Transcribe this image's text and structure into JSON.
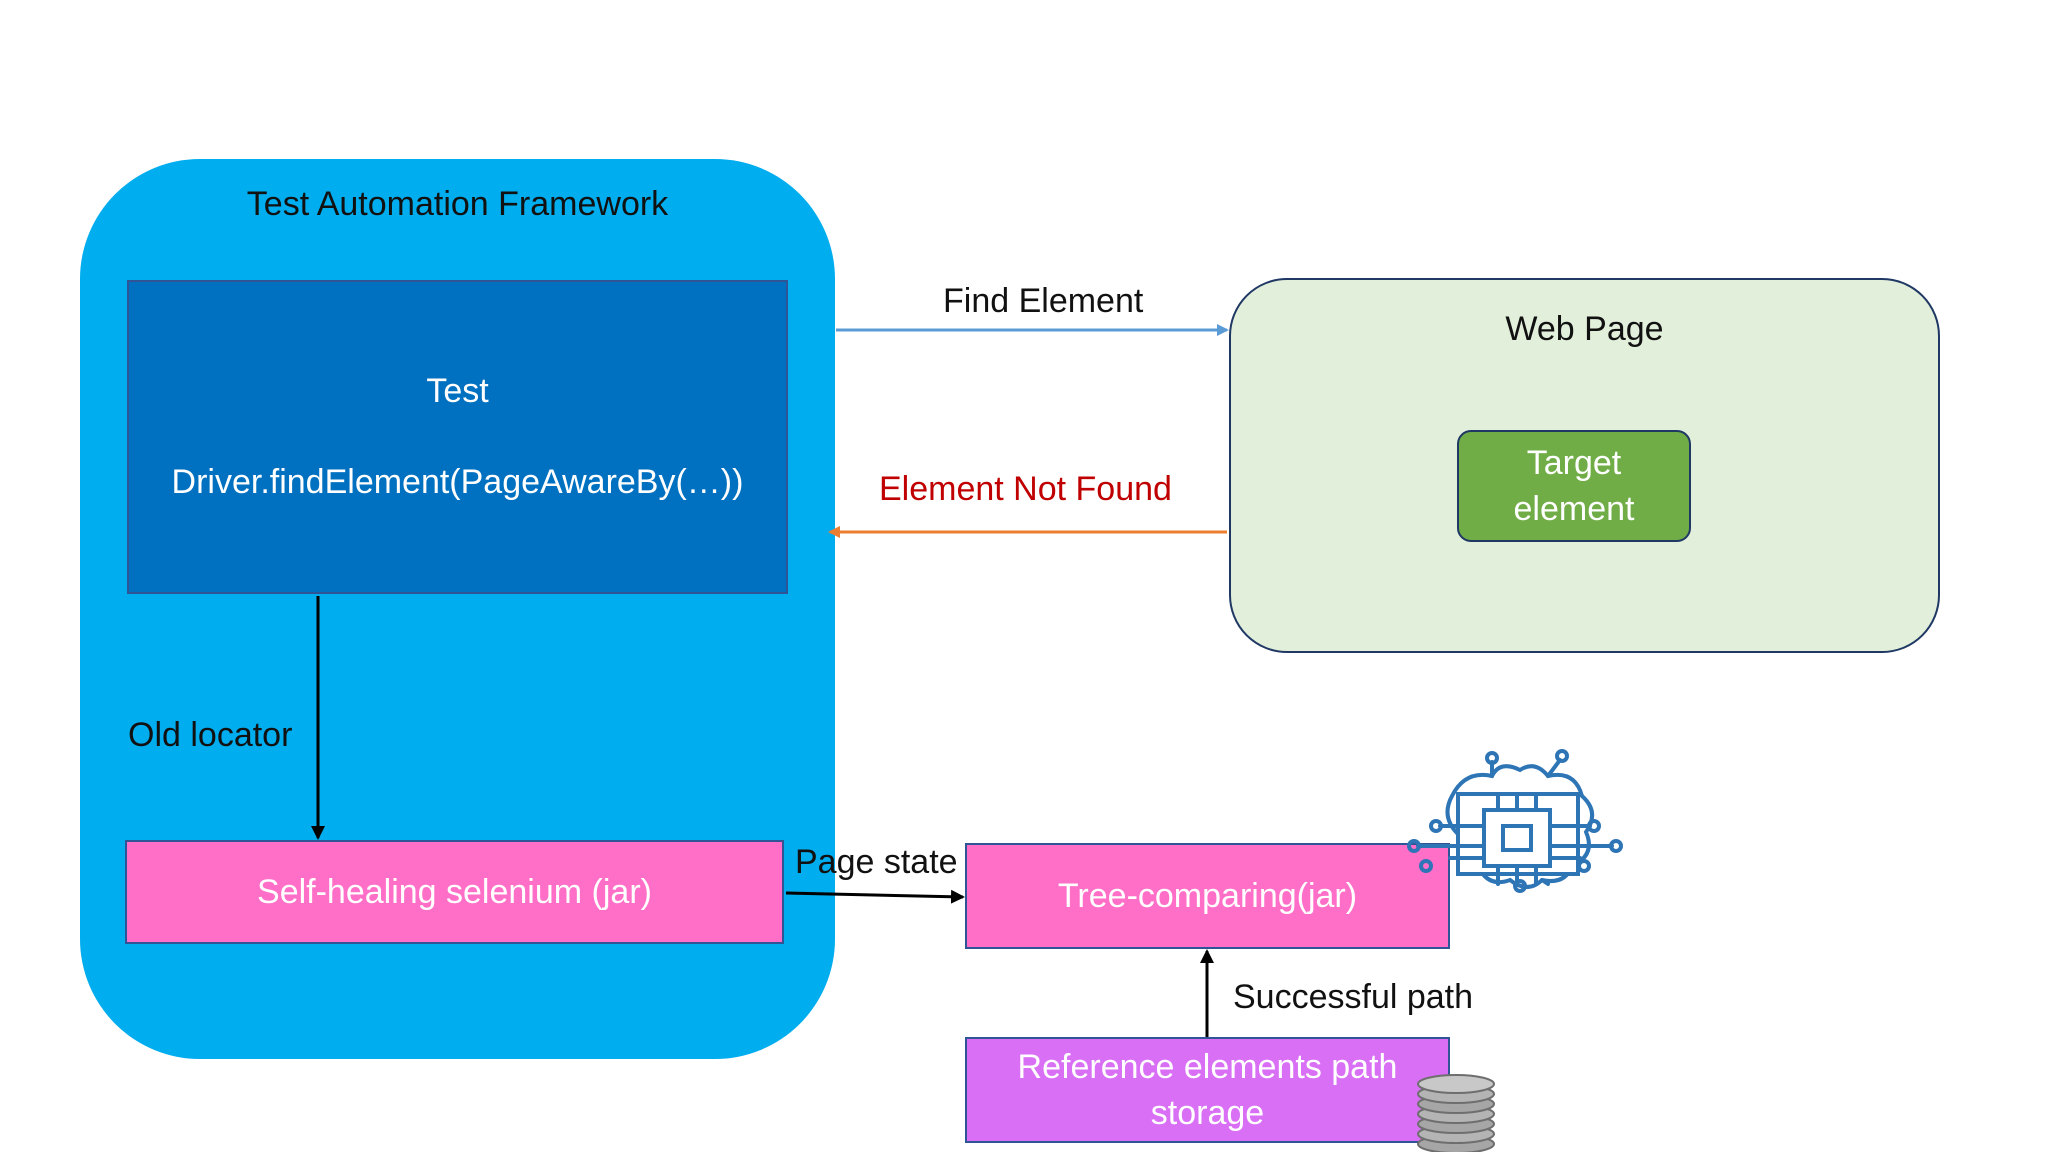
{
  "framework": {
    "title": "Test Automation Framework"
  },
  "test": {
    "label": "Test",
    "code": "Driver.findElement(PageAwareBy(…))"
  },
  "self_healing": {
    "label": "Self-healing selenium (jar)"
  },
  "web_page": {
    "title": "Web Page",
    "target_line1": "Target",
    "target_line2": "element"
  },
  "tree_comparing": {
    "label": "Tree-comparing(jar)"
  },
  "storage": {
    "line1": "Reference elements path",
    "line2": "storage"
  },
  "edges": {
    "find_element": "Find Element",
    "element_not_found": "Element Not Found",
    "old_locator": "Old locator",
    "page_state": "Page state",
    "successful_path": "Successful path"
  },
  "icons": {
    "ai": "ai-brain-chip-icon",
    "database": "database-stack-icon"
  },
  "colors": {
    "framework_bg": "#00adee",
    "test_bg": "#0070c0",
    "jar_bg": "#ff6ec7",
    "storage_bg": "#d86ff5",
    "web_page_bg": "#e2efda",
    "target_bg": "#70ad47",
    "find_arrow": "#5b9bd5",
    "not_found_arrow": "#ed7d31",
    "not_found_text": "#c00000"
  }
}
